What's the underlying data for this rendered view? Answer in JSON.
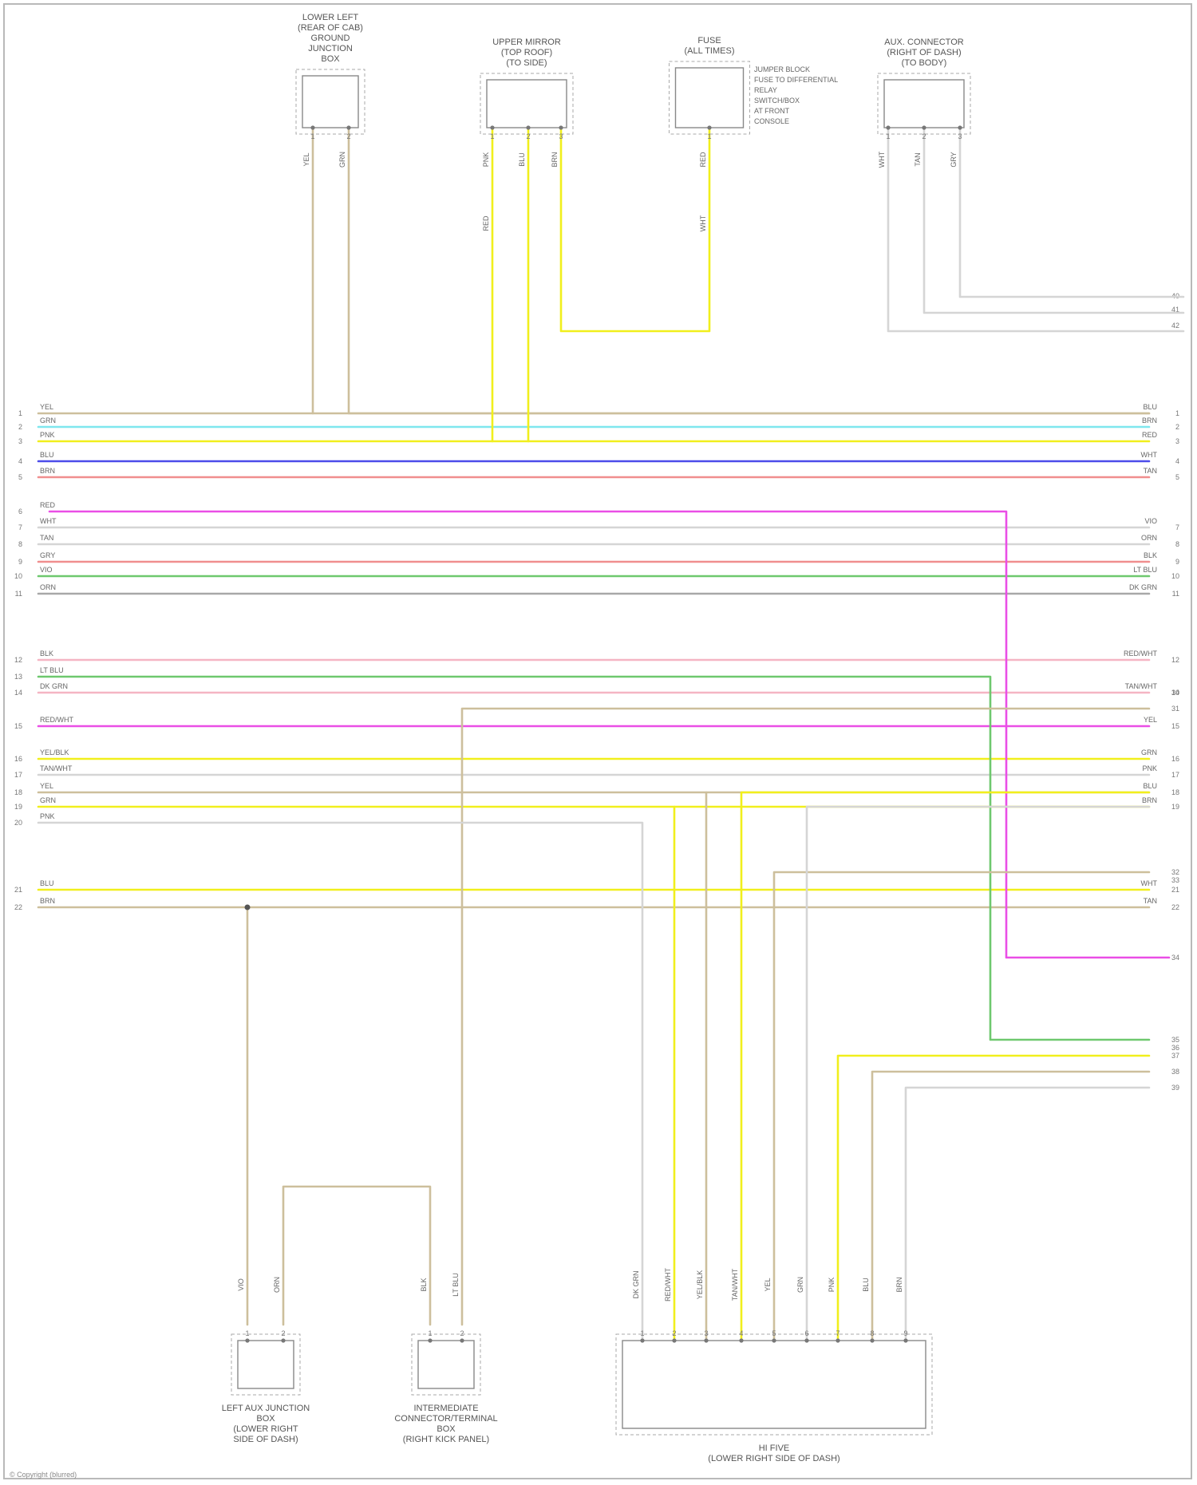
{
  "copyright": "© Copyright (blurred)",
  "components": [
    {
      "id": "top1",
      "label": [
        "LOWER LEFT",
        "(REAR OF CAB)",
        "GROUND",
        "JUNCTION",
        "BOX"
      ]
    },
    {
      "id": "top2",
      "label": [
        "UPPER MIRROR",
        "(TOP ROOF)",
        "(TO SIDE)"
      ]
    },
    {
      "id": "top3",
      "label": [
        "FUSE",
        "(ALL TIMES)"
      ],
      "notes": [
        "JUMPER BLOCK",
        "FUSE TO DIFFERENTIAL",
        "RELAY",
        "SWITCH/BOX",
        "AT FRONT",
        "CONSOLE"
      ]
    },
    {
      "id": "top4",
      "label": [
        "AUX. CONNECTOR",
        "(RIGHT OF DASH)",
        "(TO BODY)"
      ]
    },
    {
      "id": "bot1",
      "label": [
        "LEFT AUX JUNCTION",
        "BOX",
        "(LOWER RIGHT",
        "SIDE OF DASH)"
      ]
    },
    {
      "id": "bot2",
      "label": [
        "INTERMEDIATE",
        "CONNECTOR/TERMINAL",
        "BOX",
        "(RIGHT KICK PANEL)"
      ]
    },
    {
      "id": "bot3",
      "label": [
        "HI FIVE",
        "(LOWER RIGHT SIDE OF DASH)"
      ]
    }
  ],
  "wire_codes": [
    "YEL",
    "GRN",
    "PNK",
    "BLU",
    "BRN",
    "RED",
    "WHT",
    "TAN",
    "GRY",
    "VIO",
    "ORN",
    "BLK",
    "LT BLU",
    "DK GRN",
    "RED/WHT",
    "YEL/BLK",
    "TAN/WHT"
  ],
  "colors": {
    "tan": "#cdbf9c",
    "yellow": "#f1ef1c",
    "cyan": "#7fe7ee",
    "blue": "#4c4cea",
    "red": "#f08e8e",
    "magenta": "#ea4ee6",
    "green": "#6ec86e",
    "white": "#d5d5d5",
    "pink": "#f5b5c3",
    "gray": "#a8a8a8",
    "darkred": "#e67373"
  }
}
